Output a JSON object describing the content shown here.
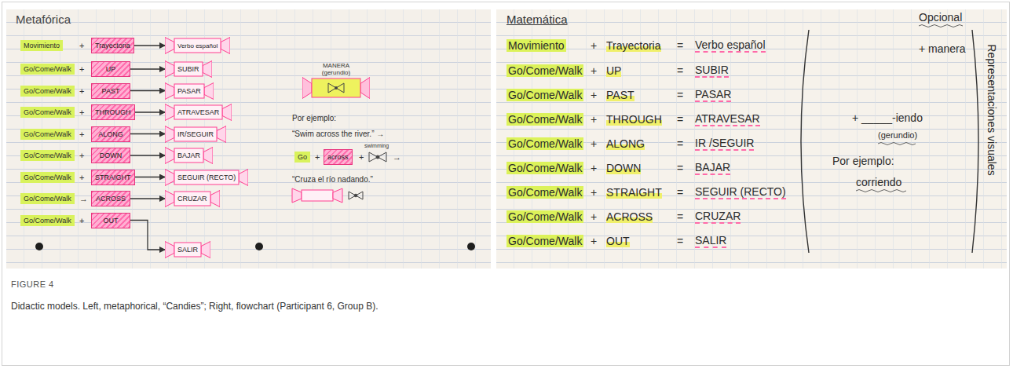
{
  "diagram": {
    "caption": "Didactic models. Left, metaphorical, “Candies”; Right, flowchart (Participant 6, Group B).",
    "nodes": [
      {
        "text": [
          "Movimiento"
        ]
      },
      {
        "text": [
          "Trayectoria"
        ]
      },
      {
        "text": [
          "Verbo español"
        ]
      },
      {
        "text": [
          "Go/Come/Walk"
        ]
      },
      {
        "text": [
          "UP"
        ]
      },
      {
        "text": [
          "SUBIR"
        ]
      },
      {
        "text": [
          "Go/Come/Walk"
        ]
      },
      {
        "text": [
          "PAST"
        ]
      },
      {
        "text": [
          "PASAR"
        ]
      },
      {
        "text": [
          "Go/Come/Walk"
        ]
      },
      {
        "text": [
          "THROUGH"
        ]
      },
      {
        "text": [
          "ATRAVESAR"
        ]
      },
      {
        "text": [
          "Go/Come/Walk"
        ]
      },
      {
        "text": [
          "ALONG"
        ]
      },
      {
        "text": [
          "IR/SEGUIR"
        ]
      },
      {
        "text": [
          "Go/Come/Walk"
        ]
      },
      {
        "text": [
          "DOWN"
        ]
      },
      {
        "text": [
          "BAJAR"
        ]
      },
      {
        "text": [
          "Go/Come/Walk"
        ]
      },
      {
        "text": [
          "STRAIGHT"
        ]
      },
      {
        "text": [
          "SEGUIR (RECTO)"
        ]
      },
      {
        "text": [
          "Go/Come/Walk"
        ]
      },
      {
        "text": [
          "ACROSS"
        ]
      },
      {
        "text": [
          "CRUZAR"
        ]
      },
      {
        "text": [
          "Go/Come/Walk"
        ]
      },
      {
        "text": [
          "OUT"
        ]
      },
      {
        "text": [
          "SALIR"
        ]
      },
      {
        "text": [
          "MANERA",
          "(gerundio)"
        ]
      },
      {
        "text": [
          "Go"
        ]
      },
      {
        "text": [
          "across"
        ]
      }
    ],
    "edges": [
      {
        "from": 1,
        "to": 2,
        "arrow": "to"
      },
      {
        "from": 4,
        "to": 5,
        "arrow": "to"
      },
      {
        "from": 7,
        "to": 8,
        "arrow": "to"
      },
      {
        "from": 10,
        "to": 11,
        "arrow": "to"
      },
      {
        "from": 13,
        "to": 14,
        "arrow": "to"
      },
      {
        "from": 16,
        "to": 17,
        "arrow": "to"
      },
      {
        "from": 19,
        "to": 20,
        "arrow": "to"
      },
      {
        "from": 22,
        "to": 23,
        "arrow": "to"
      },
      {
        "from": 25,
        "to": 26,
        "arrow": "to"
      }
    ],
    "labels": [
      "Metafórica",
      "+",
      "+",
      "+",
      "+",
      "+",
      "+",
      "+",
      "→",
      "+",
      "Por ejemplo:",
      "“Swim across the river.” →",
      "+",
      "+",
      "swimming",
      "→",
      "“Cruza el río nadando.”",
      "Matemática",
      "Movimiento",
      "+",
      "Trayectoria",
      "=",
      "Verbo español",
      "Go/Come/Walk",
      "+",
      "UP",
      "=",
      "SUBIR",
      "Go/Come/Walk",
      "+",
      "PAST",
      "=",
      "PASAR",
      "Go/Come/Walk",
      "+",
      "THROUGH",
      "=",
      "ATRAVESAR",
      "Go/Come/Walk",
      "+",
      "ALONG",
      "=",
      "IR /SEGUIR",
      "Go/Come/Walk",
      "+",
      "DOWN",
      "=",
      "BAJAR",
      "Go/Come/Walk",
      "+",
      "STRAIGHT",
      "=",
      "SEGUIR (RECTO)",
      "Go/Come/Walk",
      "+",
      "ACROSS",
      "=",
      "CRUZAR",
      "Go/Come/Walk",
      "+",
      "OUT",
      "=",
      "SALIR",
      "Opcional",
      "+ manera",
      "+ _____-iendo",
      "(gerundio)",
      "Por ejemplo:",
      "corriendo",
      "Representaciones visuales",
      "FIGURE 4"
    ]
  }
}
